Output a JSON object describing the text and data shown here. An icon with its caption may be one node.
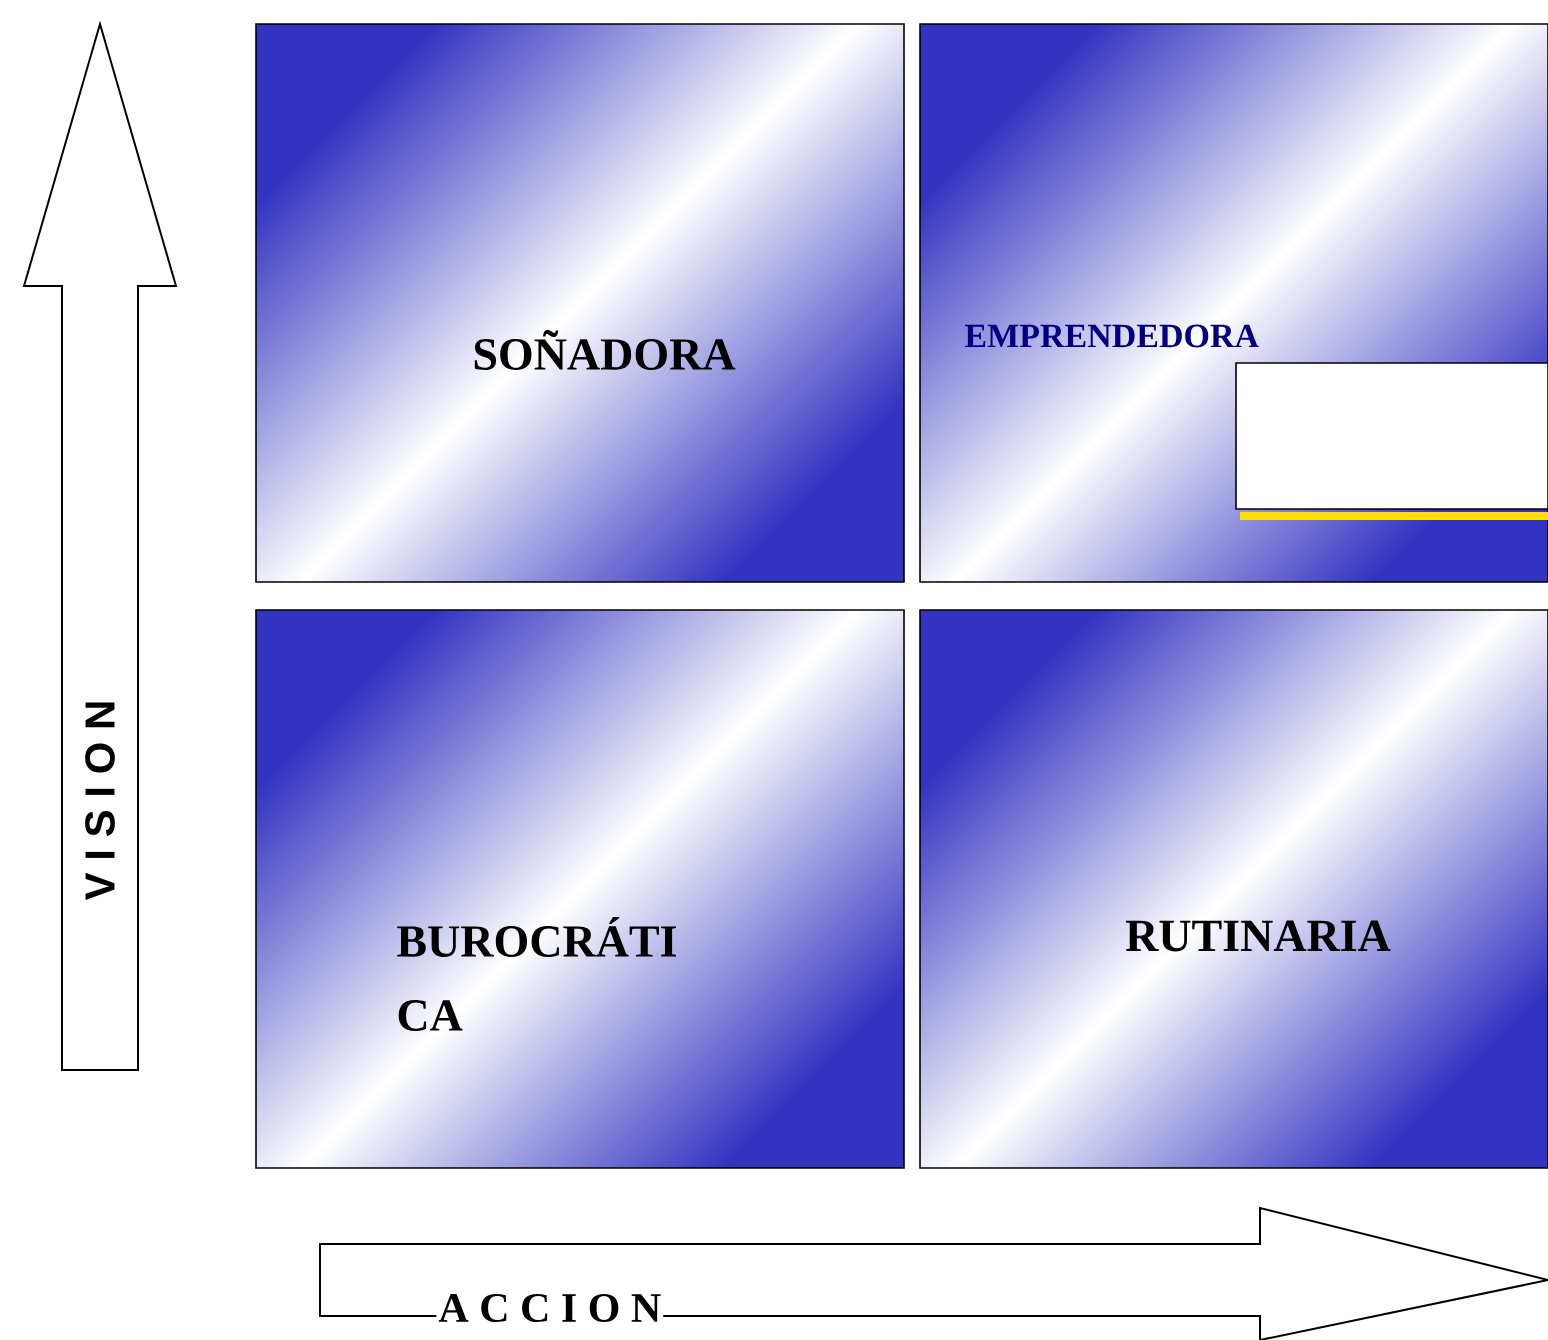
{
  "diagram": {
    "nodes": [
      {
        "text": [
          "SOÑADORA"
        ]
      },
      {
        "text": [
          "EMPRENDEDORA"
        ]
      },
      {
        "text": [],
        "shape": "box",
        "in": 1
      },
      {
        "text": [
          "BUROCRÁTI CA"
        ]
      },
      {
        "text": [
          "RUTINARIA"
        ]
      }
    ],
    "labels": [
      "V I S I O N",
      "A C C I O N"
    ]
  }
}
